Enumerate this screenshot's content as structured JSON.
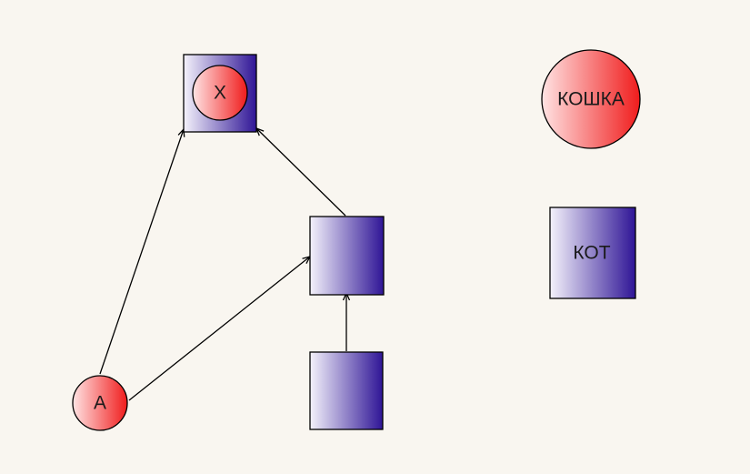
{
  "diagram": {
    "nodes": {
      "x": {
        "label": "X",
        "shape": "circle-in-square"
      },
      "koshka": {
        "label": "КОШКА",
        "shape": "circle"
      },
      "mid_box": {
        "label": "",
        "shape": "square"
      },
      "kot": {
        "label": "КОТ",
        "shape": "square"
      },
      "bottom_box": {
        "label": "",
        "shape": "square"
      },
      "a": {
        "label": "A",
        "shape": "circle"
      }
    },
    "edges": [
      {
        "from": "a",
        "to": "x"
      },
      {
        "from": "a",
        "to": "mid_box"
      },
      {
        "from": "mid_box",
        "to": "x"
      },
      {
        "from": "bottom_box",
        "to": "mid_box"
      }
    ]
  },
  "colors": {
    "background": "#f9f6f0",
    "circle_light": "#ffe3e3",
    "circle_dark": "#f01c1c",
    "square_light": "#f4f2fb",
    "square_dark": "#2f1596",
    "stroke": "#000000"
  }
}
